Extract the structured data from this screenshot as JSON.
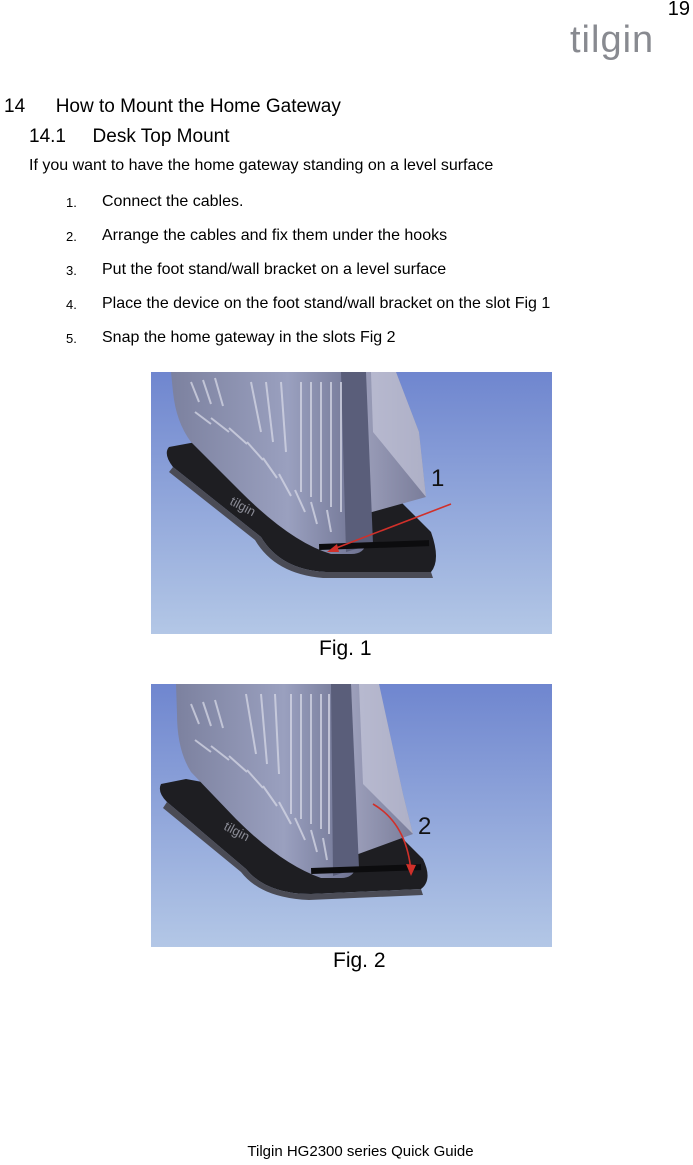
{
  "header": {
    "page_number": "19",
    "logo_text": "tilgin"
  },
  "section": {
    "number": "14",
    "title": "How to Mount the Home Gateway"
  },
  "subsection": {
    "number": "14.1",
    "title": "Desk Top Mount"
  },
  "intro": "If you want to have the home gateway standing on a level surface",
  "steps": [
    {
      "num": "1.",
      "text": "Connect the cables."
    },
    {
      "num": "2.",
      "text": "Arrange the cables and fix them under the hooks"
    },
    {
      "num": "3.",
      "text": "Put the foot stand/wall bracket on a level surface"
    },
    {
      "num": "4.",
      "text": "Place the device on the foot stand/wall bracket on the slot Fig 1"
    },
    {
      "num": "5.",
      "text": "Snap the home gateway in the slots Fig 2"
    }
  ],
  "figures": [
    {
      "caption": "Fig. 1",
      "marker": "1",
      "stand_logo": "tilgin"
    },
    {
      "caption": "Fig. 2",
      "marker": "2",
      "stand_logo": "tilgin"
    }
  ],
  "footer": "Tilgin HG2300 series Quick Guide",
  "colors": {
    "background_top": "#6f86cf",
    "background_bottom": "#b3c7e6",
    "device_body": "#8a8fb0",
    "stand": "#1e1e22",
    "arrow": "#d0302a"
  }
}
